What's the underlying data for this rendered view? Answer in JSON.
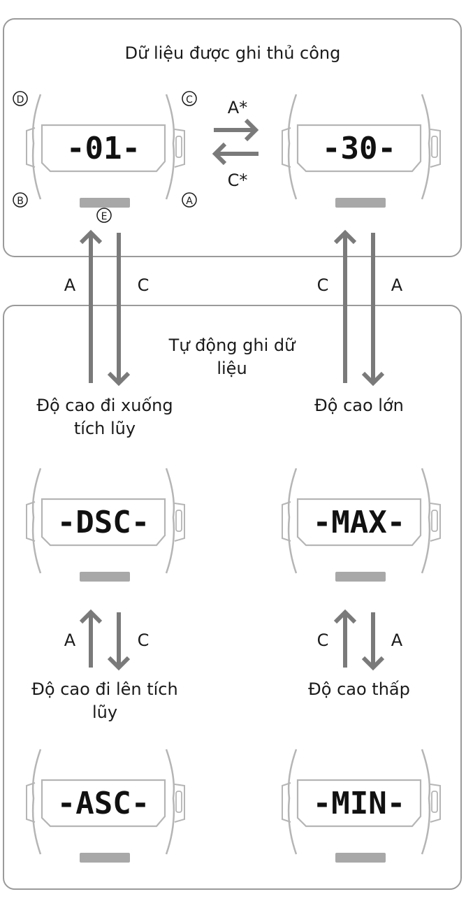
{
  "manual": {
    "title": "Dữ liệu được ghi thủ công",
    "screen_left": "-01-",
    "screen_right": "-30-",
    "arrow_right_label": "A*",
    "arrow_left_label": "C*",
    "button_d": "D",
    "button_c": "C",
    "button_b": "B",
    "button_a": "A",
    "button_e": "E"
  },
  "links": {
    "left_up": "A",
    "left_down": "C",
    "right_up": "C",
    "right_down": "A"
  },
  "auto": {
    "title_line1": "Tự động ghi dữ",
    "title_line2": "liệu",
    "dsc": {
      "label_line1": "Độ cao đi xuống",
      "label_line2": "tích lũy",
      "screen": "-DSC-"
    },
    "max": {
      "label": "Độ cao lớn",
      "screen": "-MAX-"
    },
    "asc": {
      "label_line1": "Độ cao đi lên tích",
      "label_line2": "lũy",
      "screen": "-ASC-"
    },
    "min": {
      "label": "Độ cao thấp",
      "screen": "-MIN-"
    },
    "left_pair_up": "A",
    "left_pair_down": "C",
    "right_pair_up": "C",
    "right_pair_down": "A"
  },
  "colors": {
    "frame": "#9a9a9a",
    "arrow": "#7a7a7a",
    "watch_line": "#b5b5b5",
    "bar": "#a8a8a8"
  }
}
